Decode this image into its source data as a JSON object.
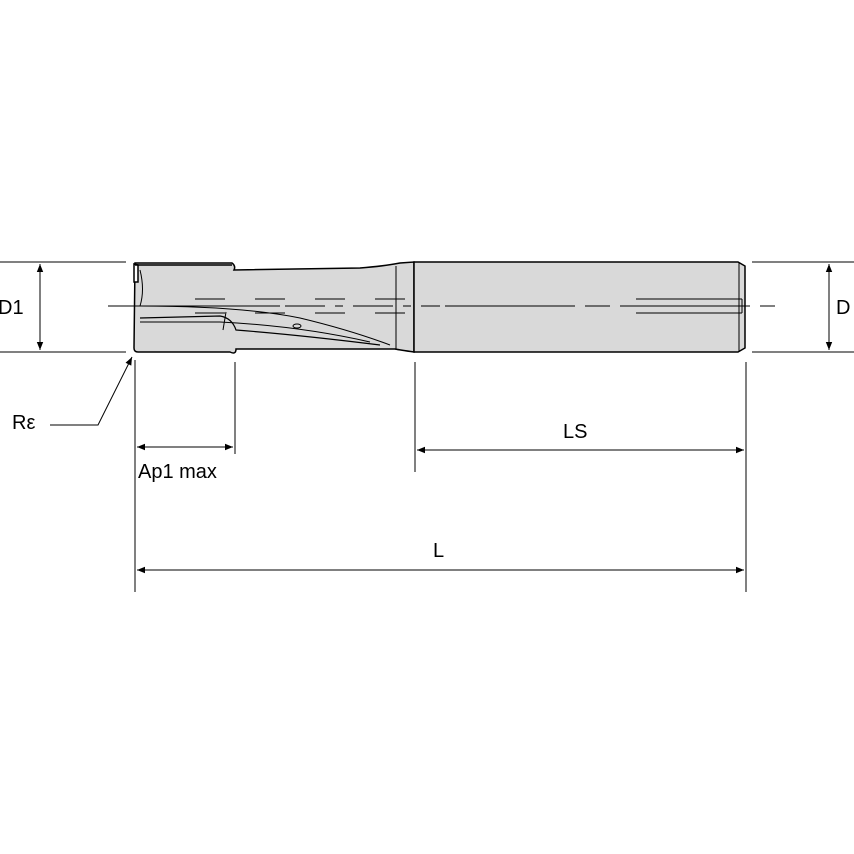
{
  "labels": {
    "d1": "D1",
    "d": "D",
    "corner_radius": "Rε",
    "ls": "LS",
    "ap1max": "Ap1 max",
    "l": "L"
  },
  "colors": {
    "body_fill": "#d9d9d9",
    "line": "#000000",
    "background": "#ffffff"
  }
}
